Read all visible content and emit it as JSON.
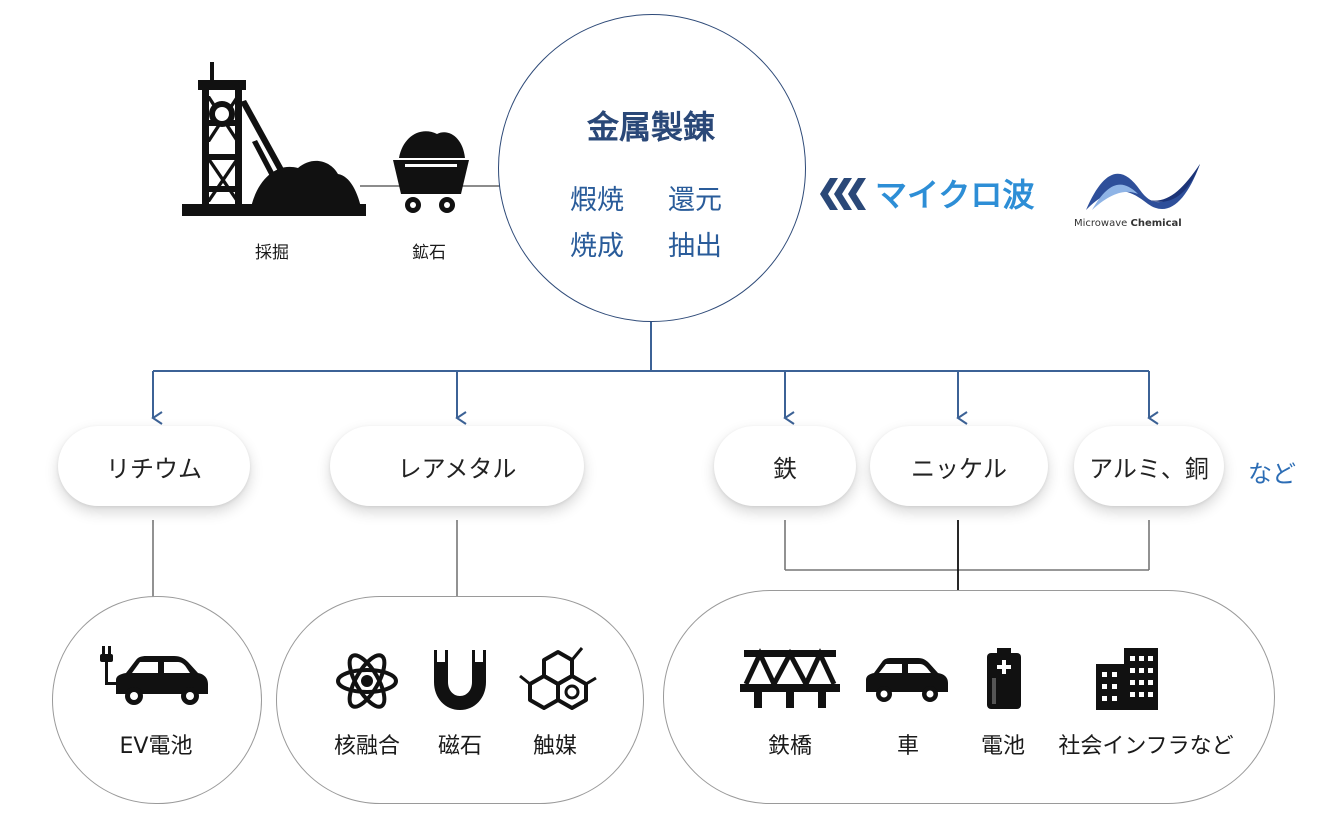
{
  "mining": {
    "mine_label": "採掘",
    "ore_label": "鉱石"
  },
  "center": {
    "title": "金属製錬",
    "processes": [
      "煆焼",
      "還元",
      "焼成",
      "抽出"
    ]
  },
  "microwave": {
    "label": "マイクロ波",
    "logo_text_1": "Microwave ",
    "logo_text_2": "Chemical"
  },
  "metals": {
    "lithium": "リチウム",
    "rare_metal": "レアメタル",
    "iron": "鉄",
    "nickel": "ニッケル",
    "aluminum_copper": "アルミ、銅",
    "etc": "など"
  },
  "applications": {
    "ev_battery": "EV電池",
    "nuclear_fusion": "核融合",
    "magnet": "磁石",
    "catalyst": "触媒",
    "steel_bridge": "鉄橋",
    "car": "車",
    "battery": "電池",
    "infrastructure": "社会インフラなど"
  },
  "colors": {
    "accent_dark": "#2a4878",
    "accent_light": "#2d8ed6",
    "line_blue": "#3c6296",
    "line_grey": "#777777"
  }
}
